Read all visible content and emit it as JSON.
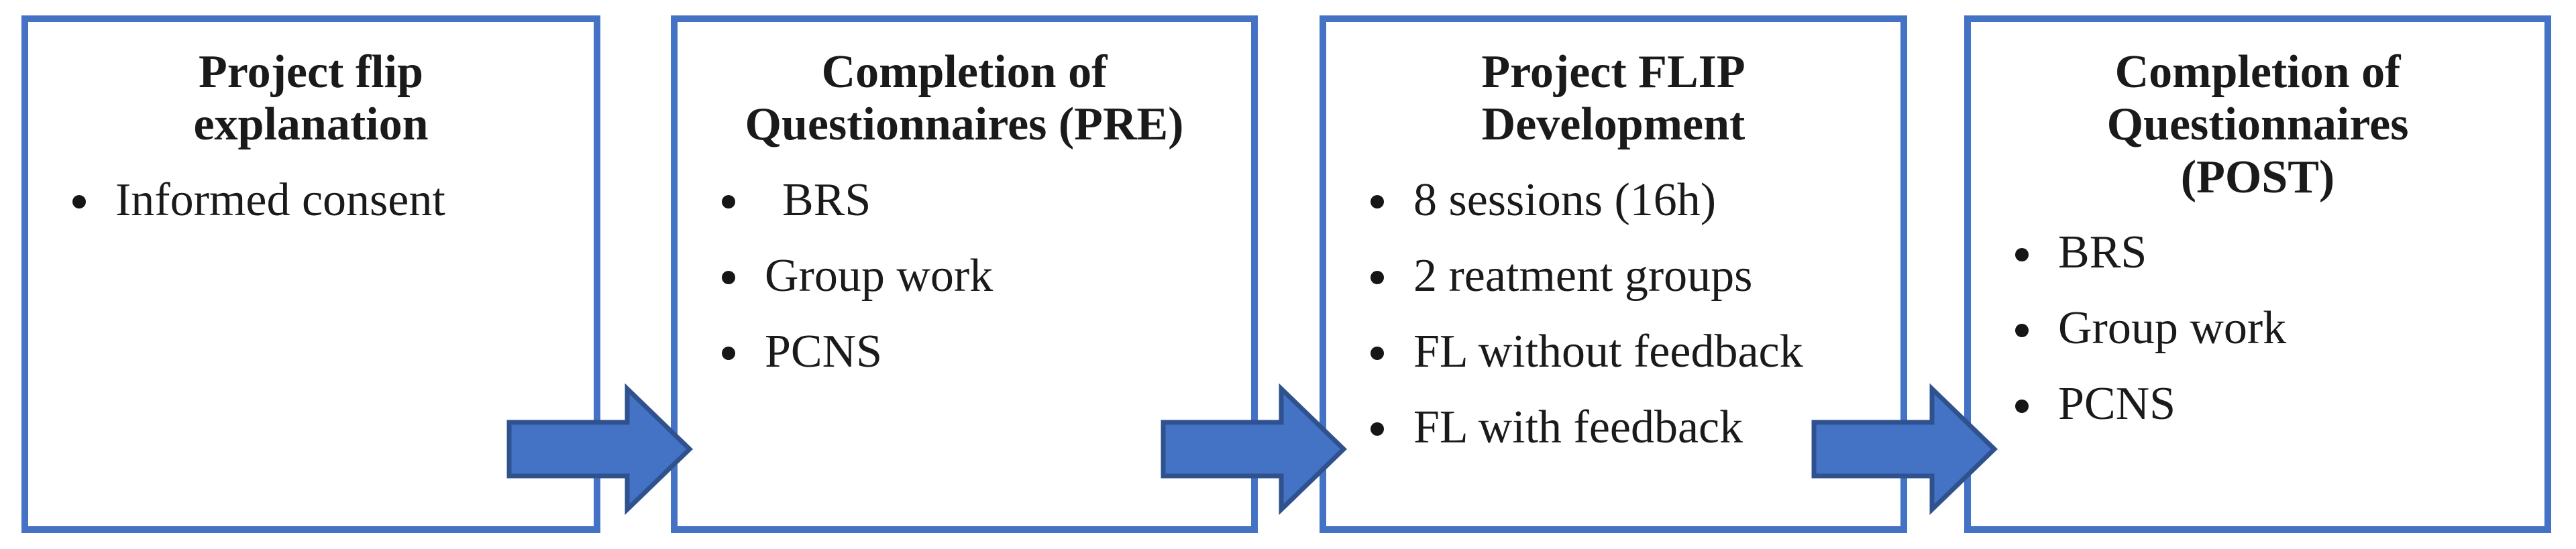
{
  "figure": {
    "background": "#ffffff",
    "accent_blue": "#4472C4",
    "arrow_fill": "#4472C4",
    "arrow_outline": "#2F528F",
    "text_color": "#1a1a1a",
    "arrow_icon": "right-block-arrow-icon"
  },
  "boxes": [
    {
      "title_lines": [
        "Project flip",
        "explanation"
      ],
      "items": [
        "Informed consent"
      ]
    },
    {
      "title_lines": [
        "Completion of",
        "Questionnaires (PRE)"
      ],
      "items": [
        "BRS",
        "Group work",
        "PCNS"
      ]
    },
    {
      "title_lines": [
        "Project FLIP",
        "Development"
      ],
      "items": [
        "8 sessions (16h)",
        "2 reatment groups",
        "FL without feedback",
        "FL with feedback"
      ]
    },
    {
      "title_lines": [
        "Completion of",
        "Questionnaires",
        "(POST)"
      ],
      "items": [
        "BRS",
        "Group work",
        "PCNS"
      ]
    }
  ]
}
